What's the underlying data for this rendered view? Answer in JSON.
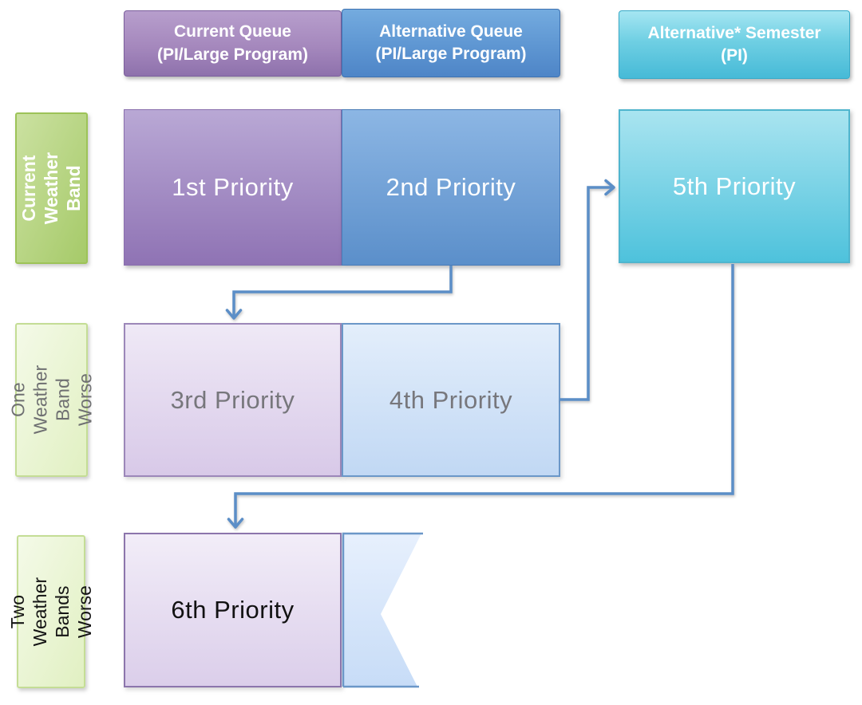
{
  "diagram": {
    "title_semantic": "Observation scheduling priority flowchart",
    "column_headers": [
      {
        "id": "current-queue",
        "label": "Current Queue\n(PI/Large Program)"
      },
      {
        "id": "alternative-queue",
        "label": "Alternative Queue\n(PI/Large Program)"
      },
      {
        "id": "alternative-semester",
        "label": "Alternative* Semester\n(PI)"
      }
    ],
    "row_labels": [
      {
        "id": "current-weather-band",
        "label": "Current\nWeather Band",
        "text_color": "#ffffff"
      },
      {
        "id": "one-weather-band-worse",
        "label": "One Weather\nBand Worse",
        "text_color": "#6f7072"
      },
      {
        "id": "two-weather-bands-worse",
        "label": "Two Weather\nBands Worse",
        "text_color": "#141414"
      }
    ],
    "cells": [
      {
        "id": "p1",
        "label": "1st Priority",
        "row": "current-weather-band",
        "column": "current-queue"
      },
      {
        "id": "p2",
        "label": "2nd Priority",
        "row": "current-weather-band",
        "column": "alternative-queue"
      },
      {
        "id": "p5",
        "label": "5th Priority",
        "row": "current-weather-band",
        "column": "alternative-semester"
      },
      {
        "id": "p3",
        "label": "3rd Priority",
        "row": "one-weather-band-worse",
        "column": "current-queue"
      },
      {
        "id": "p4",
        "label": "4th Priority",
        "row": "one-weather-band-worse",
        "column": "alternative-queue"
      },
      {
        "id": "p6",
        "label": "6th Priority",
        "row": "two-weather-bands-worse",
        "column": "current-queue"
      }
    ],
    "connectors": [
      {
        "from": "p2",
        "to": "p3"
      },
      {
        "from": "p4",
        "to": "p5"
      },
      {
        "from": "p5",
        "to": "p6"
      }
    ],
    "colors": {
      "purple_header": "#8e71ac",
      "blue_header": "#4e85c7",
      "cyan_header": "#46bad7",
      "purple_cell": "#8f73b4",
      "blue_cell": "#5b8fca",
      "cyan_cell": "#4ec2dc",
      "pale_purple_cell": "#d8c9e8",
      "pale_blue_cell": "#c1d8f4",
      "green_label": "#a6ca69",
      "pale_green_label": "#e1f0c2",
      "connector": "#5b8ec7"
    }
  }
}
